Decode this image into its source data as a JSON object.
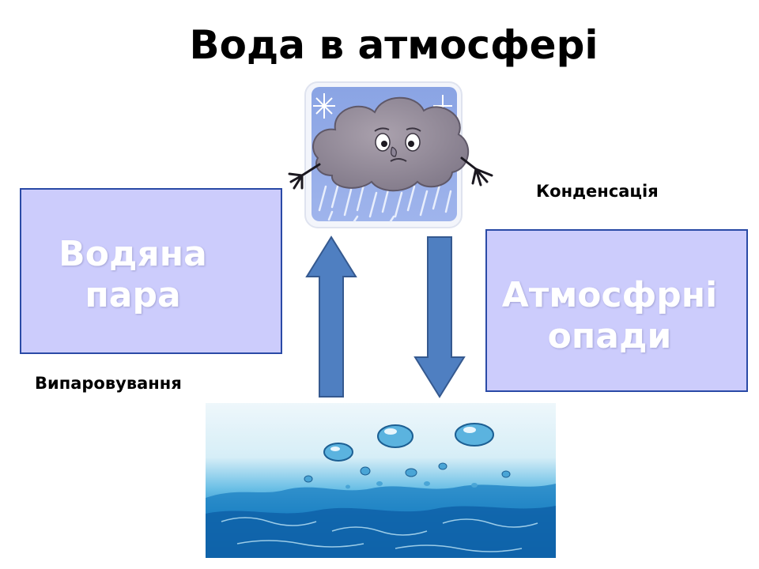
{
  "title": "Вода в атмосфері",
  "boxes": {
    "vapor": [
      "Водяна",
      "пара"
    ],
    "precipitation": [
      "Атмосфрні",
      "опади"
    ]
  },
  "labels": {
    "condensation": "Конденсація",
    "evaporation": "Випаровування"
  },
  "colors": {
    "box_fill": "#ccccfc",
    "box_border": "#2a4aa6",
    "arrow_fill": "#4f7fc1",
    "arrow_stroke": "#35598f"
  },
  "images": {
    "cloud": "rain-cloud-cartoon",
    "water": "water-splash-photo"
  }
}
